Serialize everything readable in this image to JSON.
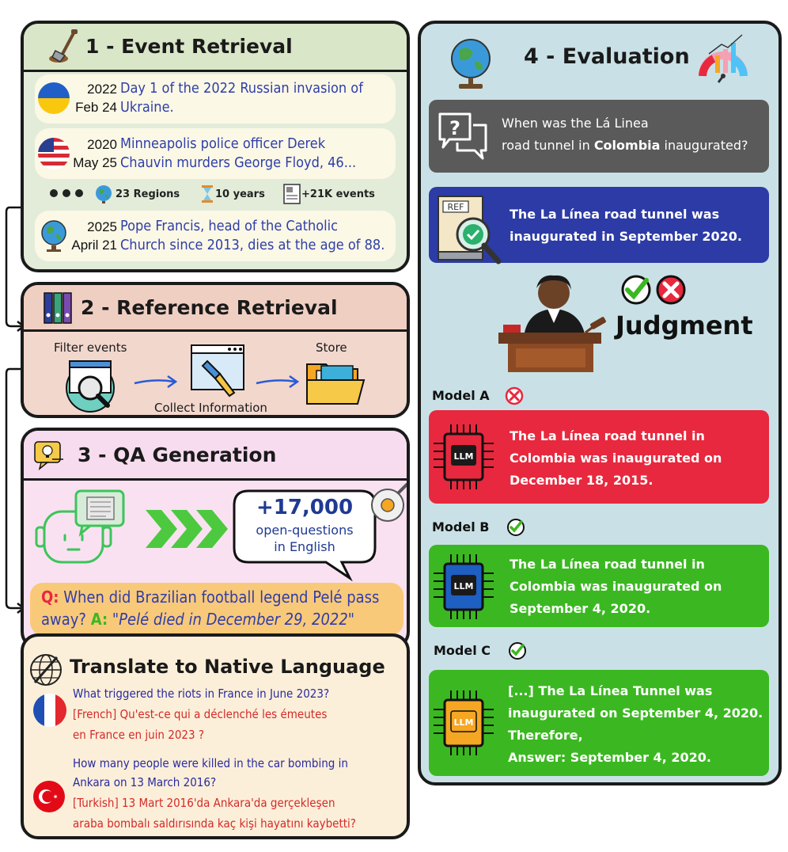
{
  "panel1": {
    "title": "1 - Event Retrieval",
    "events": [
      {
        "year": "2022",
        "date": "Feb 24",
        "line1": "Day 1 of the 2022 Russian invasion of",
        "line2": "Ukraine.",
        "flag": "ukraine-flag"
      },
      {
        "year": "2020",
        "date": "May 25",
        "line1": "Minneapolis police officer Derek",
        "line2": "Chauvin murders George Floyd, 46...",
        "flag": "usa-flag"
      },
      {
        "year": "2025",
        "date": "April 21",
        "line1": "Pope Francis, head of the Catholic",
        "line2": "Church since 2013, dies at the age of 88.",
        "flag": "globe-icon"
      }
    ],
    "stats": {
      "regions": "23 Regions",
      "years": "10 years",
      "events": "+21K events"
    }
  },
  "panel2": {
    "title": "2 - Reference Retrieval",
    "filter_label": "Filter events",
    "collect_label": "Collect Information",
    "store_label": "Store"
  },
  "panel3": {
    "title": "3 - QA Generation",
    "count": "+17,000",
    "count_line1": "open-questions",
    "count_line2": "in English",
    "q_prefix": "Q:",
    "question_line1": "When did Brazilian football legend Pelé pass",
    "question_line2": "away?",
    "a_prefix": "A:",
    "answer": "\"Pelé died in December 29, 2022\""
  },
  "panel_translate": {
    "title": "Translate to Native Language",
    "items": [
      {
        "flag": "france-flag",
        "en_lines": [
          "What triggered the riots in France in June 2023?"
        ],
        "native_lines": [
          "[French] Qu'est-ce qui a déclenché les émeutes",
          "en France en juin 2023 ?"
        ]
      },
      {
        "flag": "turkey-flag",
        "en_lines": [
          "How many people were killed in the car bombing in",
          "Ankara on 13 March 2016?"
        ],
        "native_lines": [
          "[Turkish] 13 Mart 2016'da Ankara'da gerçekleşen",
          "araba bombalı saldırısında kaç kişi hayatını kaybetti?"
        ]
      }
    ]
  },
  "panel4": {
    "title": "4 - Evaluation",
    "question_line1": "When was the Lá Linea",
    "question_line2_pre": "road tunnel in ",
    "question_line2_bold": "Colombia",
    "question_line2_post": " inaugurated?",
    "ref_tag": "REF",
    "reference_line1": "The La Línea road tunnel was",
    "reference_line2": "inaugurated in September 2020.",
    "judgment": "Judgment",
    "models": [
      {
        "label": "Model A",
        "verdict": "wrong",
        "color": "#e8283e",
        "chip_color": "#e8283e",
        "lines": [
          "The La Línea road tunnel in",
          "Colombia was inaugurated on",
          "December 18, 2015."
        ]
      },
      {
        "label": "Model B",
        "verdict": "correct",
        "color": "#3bb821",
        "chip_color": "#1e5fc2",
        "lines": [
          "The La Línea road tunnel in",
          "Colombia was inaugurated on",
          "September 4, 2020."
        ]
      },
      {
        "label": "Model C",
        "verdict": "correct",
        "color": "#3bb821",
        "chip_color": "#f5a623",
        "lines": [
          "[...] The La Línea Tunnel was",
          "inaugurated on September 4, 2020.",
          "Therefore,",
          "Answer: September 4, 2020."
        ]
      }
    ],
    "chip_label": "LLM"
  },
  "colors": {
    "panel1_bg": "#e3ecd9",
    "panel2_bg": "#f2d7cd",
    "panel3_bg": "#f9e1f2",
    "translate_bg": "#fcefd9",
    "panel4_bg": "#c9e1e6",
    "question_bg": "#5a5a5a",
    "reference_bg": "#2c3ba5",
    "wrong": "#e8283e",
    "correct": "#3bb821"
  }
}
